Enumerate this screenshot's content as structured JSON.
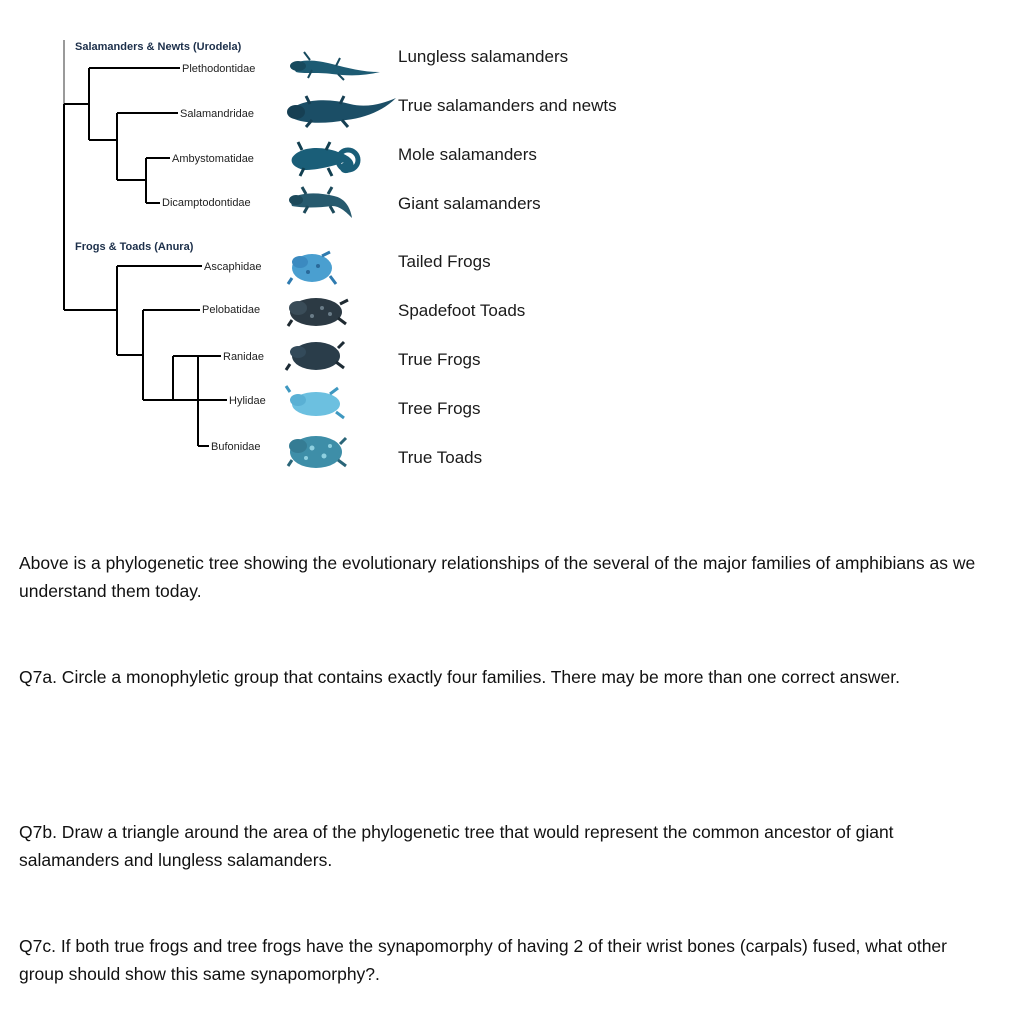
{
  "tree": {
    "groups": {
      "urodela": "Salamanders & Newts (Urodela)",
      "anura": "Frogs & Toads (Anura)"
    },
    "families": [
      {
        "name": "Plethodontidae",
        "common": "Lungless salamanders"
      },
      {
        "name": "Salamandridae",
        "common": "True salamanders and newts"
      },
      {
        "name": "Ambystomatidae",
        "common": "Mole salamanders"
      },
      {
        "name": "Dicamptodontidae",
        "common": "Giant salamanders"
      },
      {
        "name": "Ascaphidae",
        "common": "Tailed Frogs"
      },
      {
        "name": "Pelobatidae",
        "common": "Spadefoot Toads"
      },
      {
        "name": "Ranidae",
        "common": "True Frogs"
      },
      {
        "name": "Hylidae",
        "common": "Tree Frogs"
      },
      {
        "name": "Bufonidae",
        "common": "True Toads"
      }
    ],
    "colors": {
      "salamander": "#1b6f8a",
      "frog_light": "#4a9fd0",
      "frog_dark": "#2a3d4a",
      "line": "#000000"
    }
  },
  "text": {
    "intro": "Above is a phylogenetic tree showing the evolutionary relationships of the several of the major families of amphibians as we understand them today.",
    "q7a": "Q7a. Circle a monophyletic group that contains exactly four families.  There may be more than one correct answer.",
    "q7b": "Q7b. Draw a triangle around the area of the phylogenetic tree that would represent the common ancestor of giant salamanders and lungless salamanders.",
    "q7c": "Q7c.  If both true frogs and tree frogs have the synapomorphy of having 2 of their wrist bones (carpals) fused, what other group should show this same synapomorphy?."
  }
}
